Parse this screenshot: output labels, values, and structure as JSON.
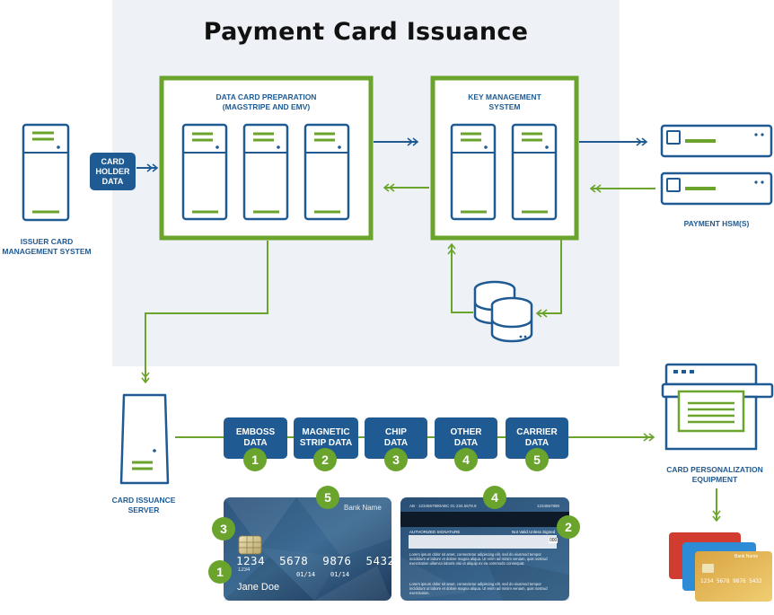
{
  "title": "Payment Card Issuance",
  "labels": {
    "issuer_line1": "ISSUER CARD",
    "issuer_line2": "MANAGEMENT SYSTEM",
    "prep_line1": "DATA CARD PREPARATION",
    "prep_line2": "(MAGSTRIPE AND EMV)",
    "key_line1": "KEY MANAGEMENT",
    "key_line2": "SYSTEM",
    "hsm": "PAYMENT HSM(S)",
    "server_line1": "CARD ISSUANCE",
    "server_line2": "SERVER",
    "perso_line1": "CARD PERSONALIZATION",
    "perso_line2": "EQUIPMENT"
  },
  "card_holder": {
    "line1": "CARD",
    "line2": "HOLDER",
    "line3": "DATA"
  },
  "data_pills": [
    {
      "line1": "EMBOSS",
      "line2": "DATA",
      "num": "1"
    },
    {
      "line1": "MAGNETIC",
      "line2": "STRIP DATA",
      "num": "2"
    },
    {
      "line1": "CHIP",
      "line2": "DATA",
      "num": "3"
    },
    {
      "line1": "OTHER",
      "line2": "DATA",
      "num": "4"
    },
    {
      "line1": "CARRIER",
      "line2": "DATA",
      "num": "5"
    }
  ],
  "card_front": {
    "bank": "Bank Name",
    "number": "1234  5678  9876  5432",
    "small_number": "1234",
    "valid1": "01/14",
    "valid2": "01/14",
    "holder": "Jane Doe",
    "badges": [
      "5",
      "3",
      "1"
    ]
  },
  "card_back": {
    "top_left": "AB · 1234567890ABC  01·234.5678.9",
    "top_right": "1234567890",
    "sig_label": "AUTHORIZED SIGNATURE",
    "sig_note": "Not Valid Unless Signed",
    "cvv": "000",
    "text1": "Lorem ipsum dolor sit amet, consectetur adipiscing elit, sed do eiusmod tempor incididunt ut labore et dolore magna aliqua. Ut enim ad minim veniam, quis nostrud exercitation ullamco laboris nisi ut aliquip ex ea commodo consequat.",
    "text2": "Lorem ipsum dolor sit amet, consectetur adipiscing elit, sed do eiusmod tempor incididunt ut labore et dolore magna aliqua. Ut enim ad minim veniam, quis nostrud exercitation.",
    "badges": [
      "4",
      "2"
    ]
  },
  "mini_cards": {
    "bank": "Bank Name",
    "number": "1234 5678 9876 5432"
  },
  "colors": {
    "navy": "#1f5a92",
    "green": "#6aa42d",
    "panel": "#eef1f5",
    "card_dark": "#1d3a5c"
  },
  "icons": [
    "server-icon",
    "hsm-device-icon",
    "database-icon",
    "printer-icon",
    "arrow-icon",
    "chip-icon",
    "credit-card-icon"
  ]
}
